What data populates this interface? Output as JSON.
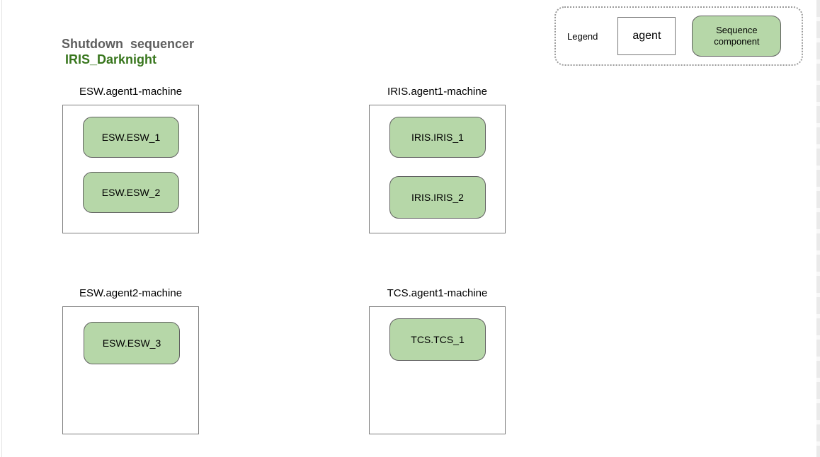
{
  "title": {
    "prefix": "Shutdown  sequencer",
    "sequence_name": "IRIS_Darknight"
  },
  "legend": {
    "label": "Legend",
    "agent_label": "agent",
    "component_label": "Sequence component"
  },
  "machines": [
    {
      "label": "ESW.agent1-machine",
      "components": [
        {
          "label": "ESW.ESW_1"
        },
        {
          "label": "ESW.ESW_2"
        }
      ]
    },
    {
      "label": "IRIS.agent1-machine",
      "components": [
        {
          "label": "IRIS.IRIS_1"
        },
        {
          "label": "IRIS.IRIS_2"
        }
      ]
    },
    {
      "label": "ESW.agent2-machine",
      "components": [
        {
          "label": "ESW.ESW_3"
        }
      ]
    },
    {
      "label": "TCS.agent1-machine",
      "components": [
        {
          "label": "TCS.TCS_1"
        }
      ]
    }
  ],
  "colors": {
    "component_fill": "#b6d7a8",
    "component_border": "#616161",
    "title_gray": "#5f5f5f",
    "title_green": "#38761d"
  }
}
